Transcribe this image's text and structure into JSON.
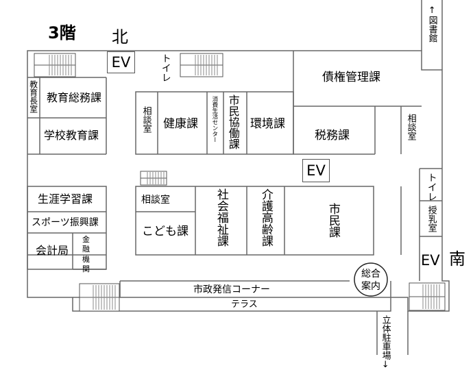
{
  "floor_title": "3階",
  "north_label": "北",
  "south_label": "南",
  "ev_label": "EV",
  "toilet_label": "トイレ",
  "consult_label": "相談室",
  "library_label": "↑図書館",
  "parking_label": "立体駐車場↓",
  "rooms": {
    "saiken_kanri": "債権管理課",
    "kyoiku_chou": "教育長室",
    "kyoiku_soumu": "教育総務課",
    "gakkou_kyoiku": "学校教育課",
    "kenkou": "健康課",
    "shouhi_center": "消費生活センター",
    "shimin_kyodo": "市民協働課",
    "kankyou": "環境課",
    "zeimu": "税務課",
    "shougai_gakushu": "生涯学習課",
    "sports_shinkou": "スポーツ振興課",
    "kaikei": "会計局",
    "kinyu_kikan": "金融機関",
    "kodomo": "こども課",
    "shakai_fukushi": "社会福祉課",
    "kaigo_koureisha": "介護高齢課",
    "shimin": "市民課",
    "junyu": "授乳室",
    "sogo_annai": "総合案内",
    "shisei_hasshin": "市政発信コーナー",
    "terrace": "テラス"
  }
}
